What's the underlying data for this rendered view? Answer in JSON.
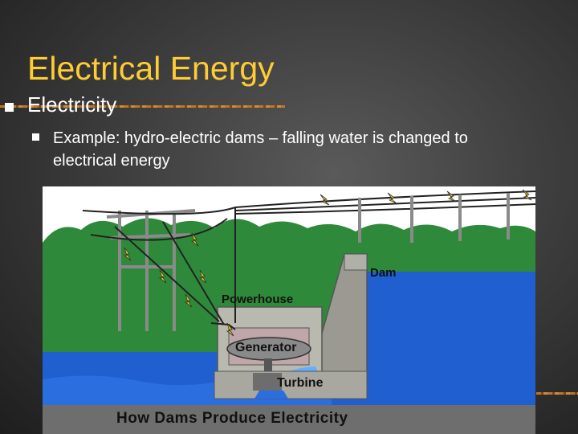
{
  "slide": {
    "title": "Electrical Energy",
    "bullet_1": "Electricity",
    "bullet_2": "Example: hydro-electric dams – falling water is changed to electrical energy"
  },
  "diagram": {
    "label_dam": "Dam",
    "label_powerhouse": "Powerhouse",
    "label_generator": "Generator",
    "label_turbine": "Turbine",
    "caption": "How Dams Produce Electricity"
  },
  "colors": {
    "title": "#ffcc33",
    "text": "#ffffff",
    "sky": "#ffffff",
    "trees": "#2e8a3a",
    "water": "#1f5fd0",
    "caption_bar": "#6e6e6e",
    "bolt": "#ffdd00"
  },
  "icons": [
    "bullet-square-icon",
    "lightning-bolt-icon"
  ]
}
